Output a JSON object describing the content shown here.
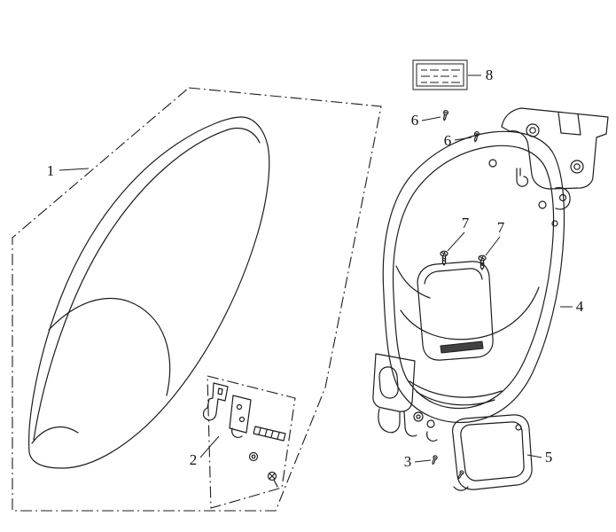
{
  "page": {
    "background": "#ffffff",
    "ink": "#1d1d1d"
  },
  "diagram": {
    "type": "exploded-parts-diagram",
    "callouts": [
      {
        "key": "c1",
        "label": "1",
        "part": "seat"
      },
      {
        "key": "c2",
        "label": "2",
        "part": "seat-lock-bracket-assembly"
      },
      {
        "key": "c3",
        "label": "3",
        "part": "screw"
      },
      {
        "key": "c4",
        "label": "4",
        "part": "luggage-box"
      },
      {
        "key": "c5",
        "label": "5",
        "part": "inspection-lid"
      },
      {
        "key": "c6a",
        "label": "6",
        "part": "screw"
      },
      {
        "key": "c6b",
        "label": "6",
        "part": "screw"
      },
      {
        "key": "c7a",
        "label": "7",
        "part": "screw"
      },
      {
        "key": "c7b",
        "label": "7",
        "part": "screw"
      },
      {
        "key": "c8",
        "label": "8",
        "part": "label-sticker"
      }
    ]
  }
}
